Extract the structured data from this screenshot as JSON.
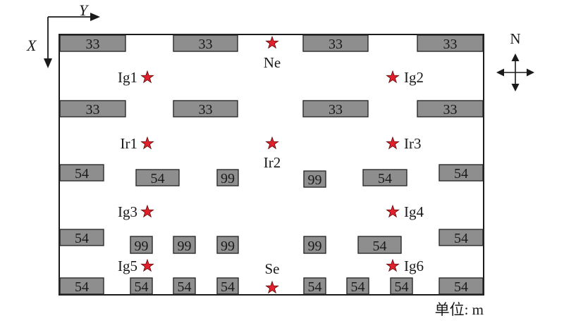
{
  "axes": {
    "x_label": "X",
    "y_label": "Y"
  },
  "compass": {
    "label": "N"
  },
  "unit": {
    "label": "单位: m"
  },
  "buildings": [
    {
      "label": "33"
    },
    {
      "label": "33"
    },
    {
      "label": "33"
    },
    {
      "label": "33"
    },
    {
      "label": "33"
    },
    {
      "label": "33"
    },
    {
      "label": "33"
    },
    {
      "label": "33"
    },
    {
      "label": "54"
    },
    {
      "label": "54"
    },
    {
      "label": "99"
    },
    {
      "label": "99"
    },
    {
      "label": "54"
    },
    {
      "label": "54"
    },
    {
      "label": "54"
    },
    {
      "label": "99"
    },
    {
      "label": "99"
    },
    {
      "label": "99"
    },
    {
      "label": "99"
    },
    {
      "label": "54"
    },
    {
      "label": "54"
    },
    {
      "label": "54"
    },
    {
      "label": "54"
    },
    {
      "label": "54"
    },
    {
      "label": "54"
    },
    {
      "label": "54"
    },
    {
      "label": "54"
    },
    {
      "label": "54"
    },
    {
      "label": "54"
    }
  ],
  "points": [
    {
      "label": "Ne"
    },
    {
      "label": "Ig1"
    },
    {
      "label": "Ig2"
    },
    {
      "label": "Ir1"
    },
    {
      "label": "Ir2"
    },
    {
      "label": "Ir3"
    },
    {
      "label": "Ig3"
    },
    {
      "label": "Ig4"
    },
    {
      "label": "Ig5"
    },
    {
      "label": "Se"
    },
    {
      "label": "Ig6"
    }
  ]
}
